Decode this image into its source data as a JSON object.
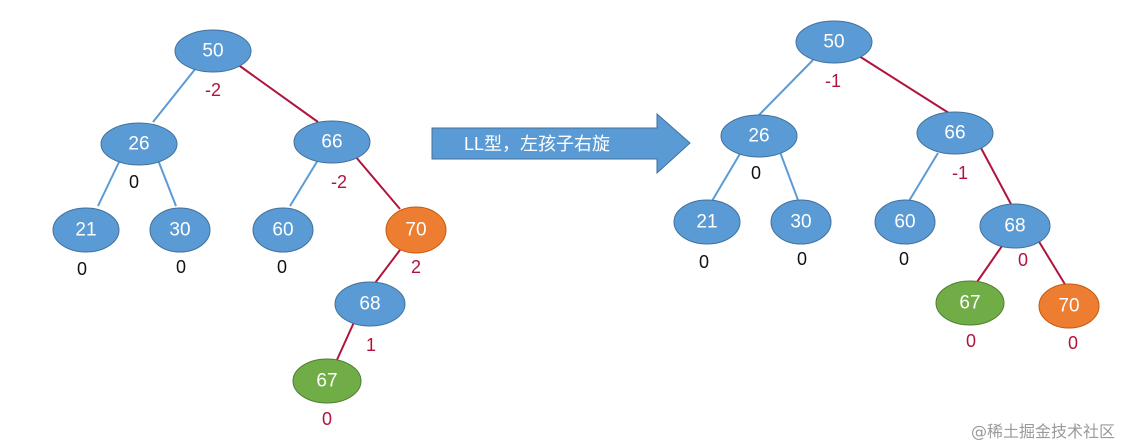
{
  "colors": {
    "node_blue": "#5b9bd5",
    "node_orange": "#ed7d31",
    "node_green": "#70ad47",
    "edge_blue": "#5b9bd5",
    "edge_red": "#b0143c",
    "arrow": "#5b9bd5",
    "bf_red": "#b0143c",
    "bf_black": "#111111"
  },
  "arrow": {
    "label": "LL型，左孩子右旋"
  },
  "left_tree": {
    "nodes": {
      "n50": {
        "label": "50",
        "bf": "-2"
      },
      "n26": {
        "label": "26",
        "bf": "0"
      },
      "n66": {
        "label": "66",
        "bf": "-2"
      },
      "n21": {
        "label": "21",
        "bf": "0"
      },
      "n30": {
        "label": "30",
        "bf": "0"
      },
      "n60": {
        "label": "60",
        "bf": "0"
      },
      "n70": {
        "label": "70",
        "bf": "2"
      },
      "n68": {
        "label": "68",
        "bf": "1"
      },
      "n67": {
        "label": "67",
        "bf": "0"
      }
    }
  },
  "right_tree": {
    "nodes": {
      "n50": {
        "label": "50",
        "bf": "-1"
      },
      "n26": {
        "label": "26",
        "bf": "0"
      },
      "n66": {
        "label": "66",
        "bf": "-1"
      },
      "n21": {
        "label": "21",
        "bf": "0"
      },
      "n30": {
        "label": "30",
        "bf": "0"
      },
      "n60": {
        "label": "60",
        "bf": "0"
      },
      "n68": {
        "label": "68",
        "bf": "0"
      },
      "n67": {
        "label": "67",
        "bf": "0"
      },
      "n70": {
        "label": "70",
        "bf": "0"
      }
    }
  },
  "watermark": "@稀土掘金技术社区"
}
